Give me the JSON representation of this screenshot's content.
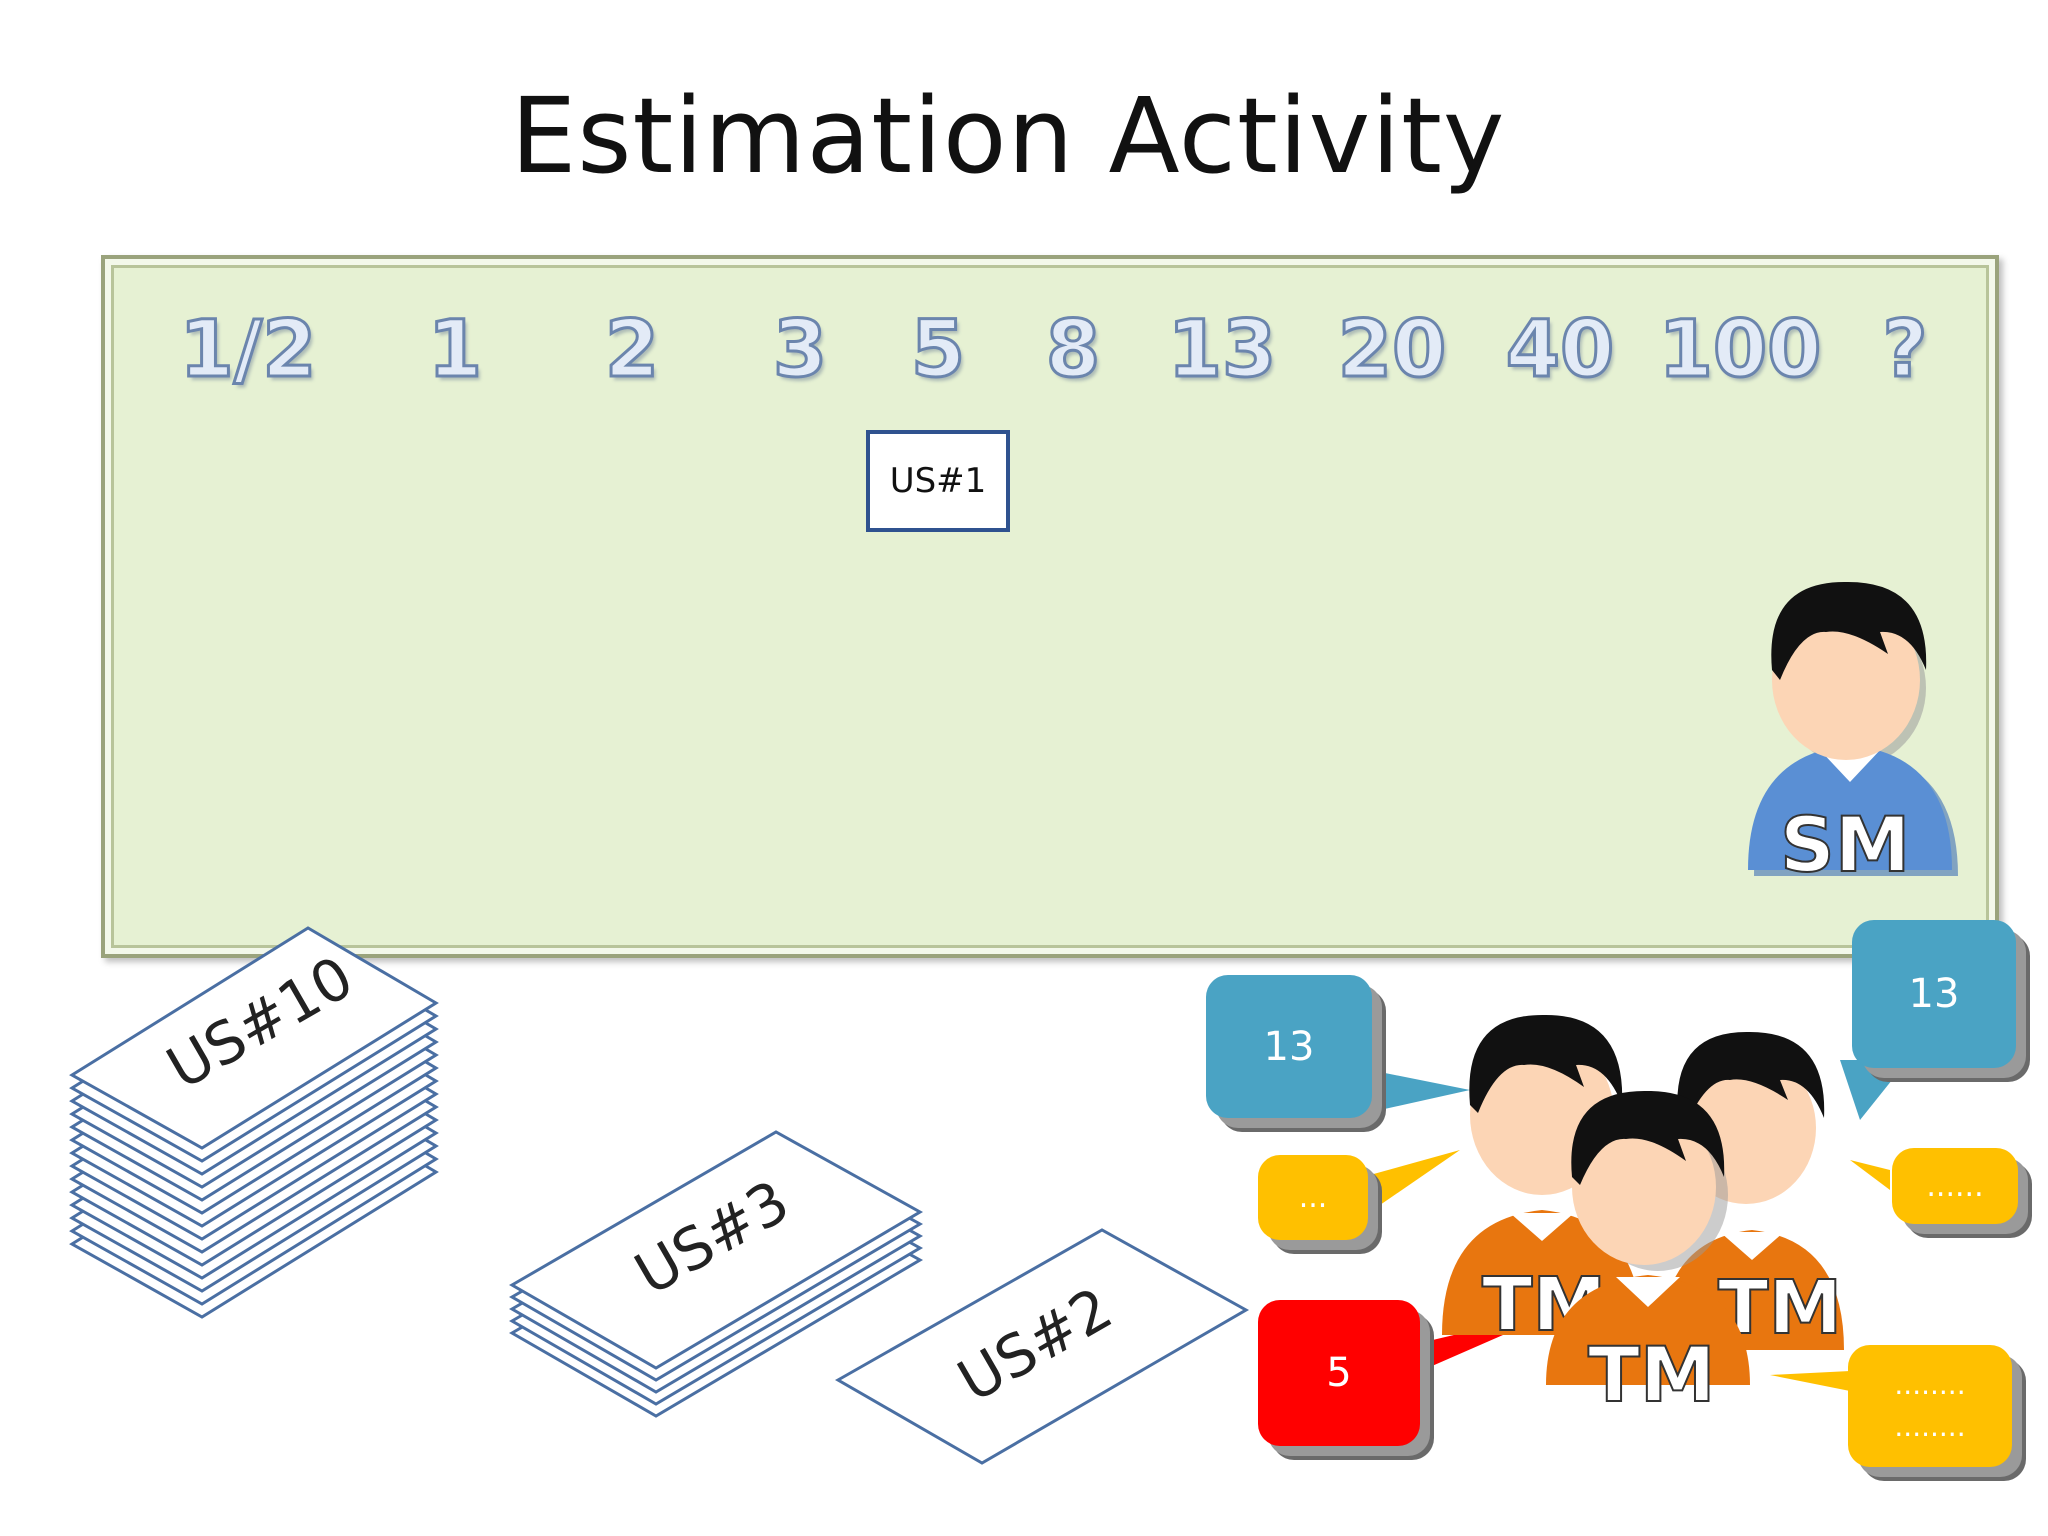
{
  "title": "Estimation Activity",
  "scale_values": [
    "1/2",
    "1",
    "2",
    "3",
    "5",
    "8",
    "13",
    "20",
    "40",
    "100",
    "?"
  ],
  "placed_card": "US#1",
  "stacks": [
    {
      "label": "US#10",
      "count": 14
    },
    {
      "label": "US#3",
      "count": 5
    },
    {
      "label": "US#2",
      "count": 1
    }
  ],
  "scrum_master": {
    "role": "SM"
  },
  "team_members": {
    "role": "TM"
  },
  "bubbles": {
    "blue_left": "13",
    "blue_right": "13",
    "yellow_left": "...",
    "yellow_right": "......",
    "yellow_bottom": [
      "........",
      "........"
    ],
    "red": "5"
  },
  "colors": {
    "board": "#e6f1d3",
    "card_border": "#2f528f",
    "sm_shirt": "#5a8fd4",
    "tm_shirt": "#e8760f",
    "skin": "#fcd5b5",
    "bubble_blue": "#4aa3c4",
    "bubble_yellow": "#ffc000",
    "bubble_red": "#ff0000"
  }
}
